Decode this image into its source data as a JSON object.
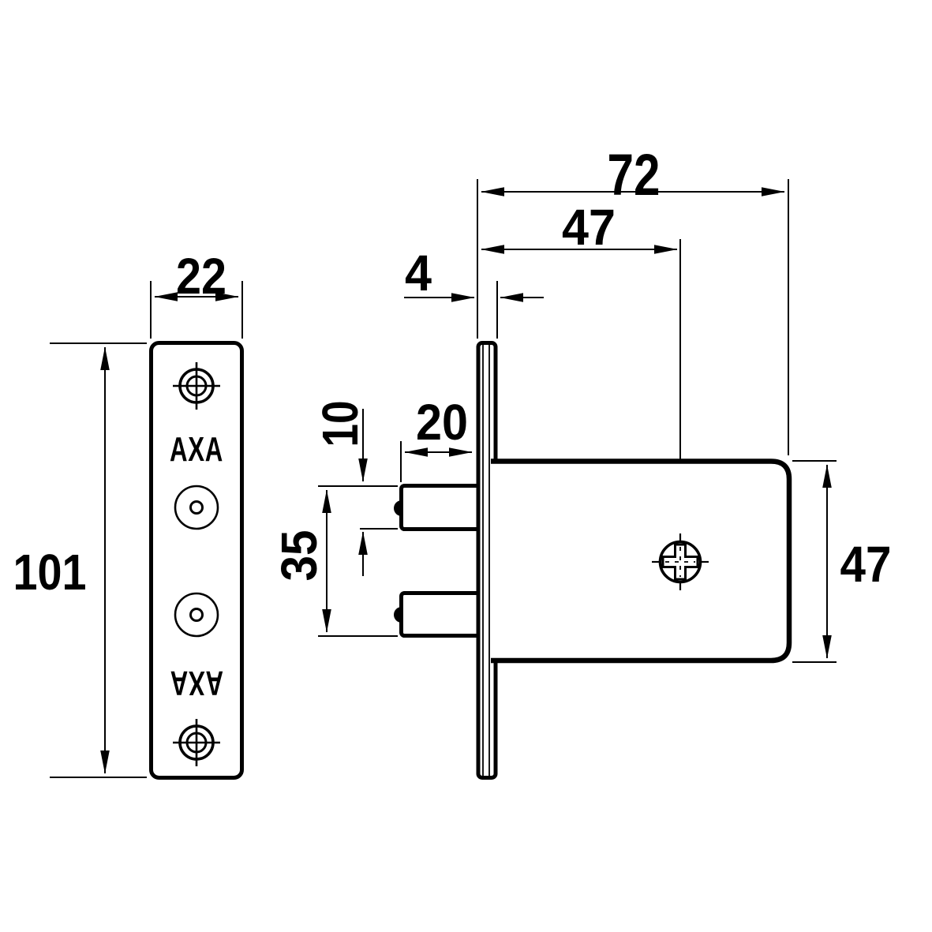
{
  "drawing": {
    "background_color": "#ffffff",
    "line_color": "#000000",
    "front_view": {
      "width_label": "22",
      "height_label": "101",
      "brand_top": "AXA",
      "brand_bottom": "AXA"
    },
    "side_view": {
      "total_depth_label": "72",
      "screw_offset_label": "47",
      "faceplate_thickness_label": "4",
      "bolt_length_label": "20",
      "bolt_height_label": "10",
      "bolt_span_label": "35",
      "case_height_label": "47"
    }
  }
}
